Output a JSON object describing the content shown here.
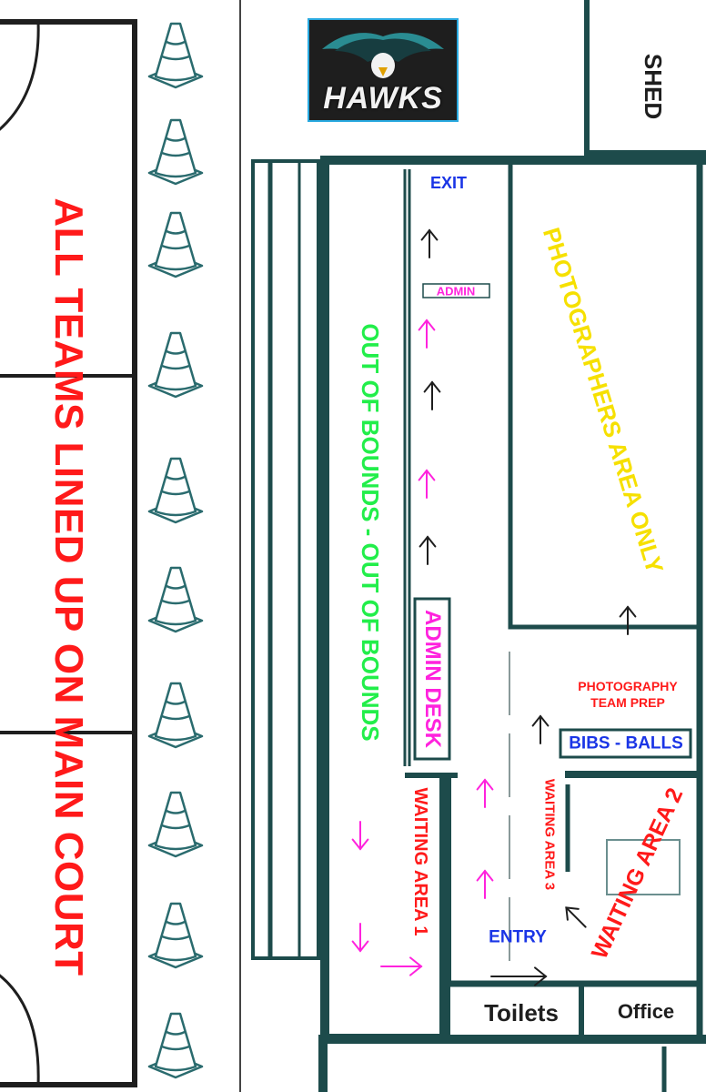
{
  "colors": {
    "wall": "#1d4b4b",
    "cone": "#2a6b6e",
    "red": "#ff1a1a",
    "green": "#22ee4a",
    "magenta": "#ff22dd",
    "yellow": "#f6e000",
    "blue": "#1a35e6",
    "dark": "#1e1e1e"
  },
  "labels": {
    "main_court": "ALL TEAMS LINED UP ON MAIN COURT",
    "logo_text": "HAWKS",
    "shed": "SHED",
    "exit": "EXIT",
    "admin_small": "ADMIN",
    "out_of_bounds": "OUT OF BOUNDS  -  OUT OF BOUNDS",
    "photographers_area": "PHOTOGRAPHERS AREA ONLY",
    "admin_desk": "ADMIN DESK",
    "photography_team_prep_line1": "PHOTOGRAPHY",
    "photography_team_prep_line2": "TEAM PREP",
    "bibs_balls": "BIBS - BALLS",
    "waiting_area_1": "WAITING AREA 1",
    "waiting_area_2": "WAITING AREA 2",
    "waiting_area_3": "WAITING AREA 3",
    "entry": "ENTRY",
    "toilets": "Toilets",
    "office": "Office"
  },
  "cones": [
    {
      "id": 1
    },
    {
      "id": 2
    },
    {
      "id": 3
    },
    {
      "id": 4
    },
    {
      "id": 5
    },
    {
      "id": 6
    },
    {
      "id": 7
    },
    {
      "id": 8
    },
    {
      "id": 9
    },
    {
      "id": 10
    }
  ],
  "arrows": [
    {
      "id": "up-dark-1",
      "dir": "up",
      "color": "dark"
    },
    {
      "id": "up-magenta-1",
      "dir": "up",
      "color": "magenta"
    },
    {
      "id": "up-dark-2",
      "dir": "up",
      "color": "dark"
    },
    {
      "id": "up-magenta-2",
      "dir": "up",
      "color": "magenta"
    },
    {
      "id": "up-dark-3",
      "dir": "up",
      "color": "dark"
    },
    {
      "id": "down-magenta-1",
      "dir": "down",
      "color": "magenta"
    },
    {
      "id": "down-magenta-2",
      "dir": "down",
      "color": "magenta"
    },
    {
      "id": "right-magenta-1",
      "dir": "right",
      "color": "magenta"
    },
    {
      "id": "up-magenta-3",
      "dir": "up",
      "color": "magenta"
    },
    {
      "id": "up-magenta-4",
      "dir": "up",
      "color": "magenta"
    },
    {
      "id": "up-dark-4",
      "dir": "up",
      "color": "dark"
    },
    {
      "id": "up-dark-5",
      "dir": "up",
      "color": "dark"
    },
    {
      "id": "diag-dark-1",
      "dir": "up-left",
      "color": "dark"
    },
    {
      "id": "right-dark-1",
      "dir": "right",
      "color": "dark"
    }
  ]
}
